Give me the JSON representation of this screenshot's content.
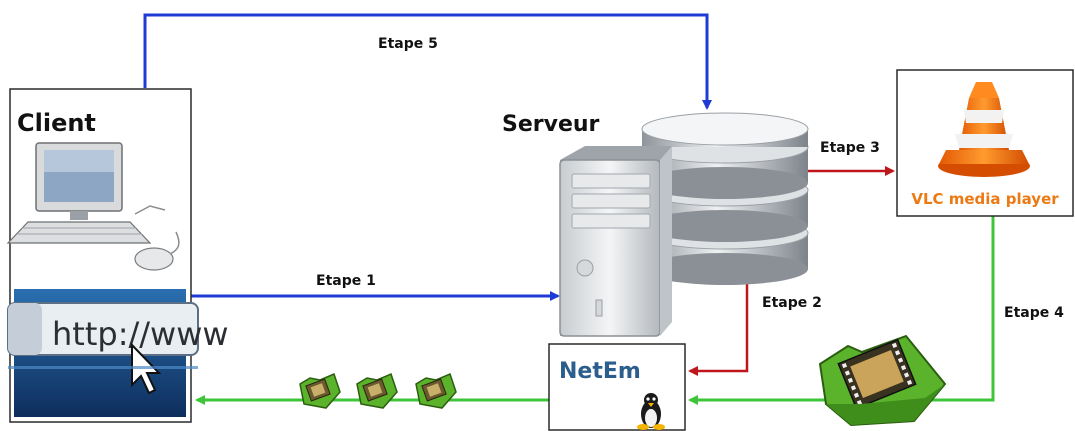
{
  "nodes": {
    "client": {
      "label": "Client"
    },
    "server": {
      "label": "Serveur"
    },
    "vlc": {
      "label": "VLC media player"
    },
    "netem": {
      "label": "NetEm"
    },
    "browser": {
      "url_text": "http://www"
    }
  },
  "edges": {
    "etape1": {
      "label": "Etape 1",
      "color": "#1f3bd6"
    },
    "etape2": {
      "label": "Etape 2",
      "color": "#c0171c"
    },
    "etape3": {
      "label": "Etape 3",
      "color": "#c0171c"
    },
    "etape4": {
      "label": "Etape 4",
      "color": "#3fc53a"
    },
    "etape5": {
      "label": "Etape 5",
      "color": "#1f3bd6"
    },
    "output": {
      "color": "#3fc53a"
    }
  },
  "colors": {
    "vlc_label": "#ec7a14",
    "netem_label": "#2b5e8c",
    "box_border": "#2a2a2a"
  },
  "icons": [
    "computer-icon",
    "browser-url-icon",
    "server-tower-icon",
    "database-stack-icon",
    "vlc-cone-icon",
    "video-folder-icon",
    "linux-tux-icon"
  ]
}
